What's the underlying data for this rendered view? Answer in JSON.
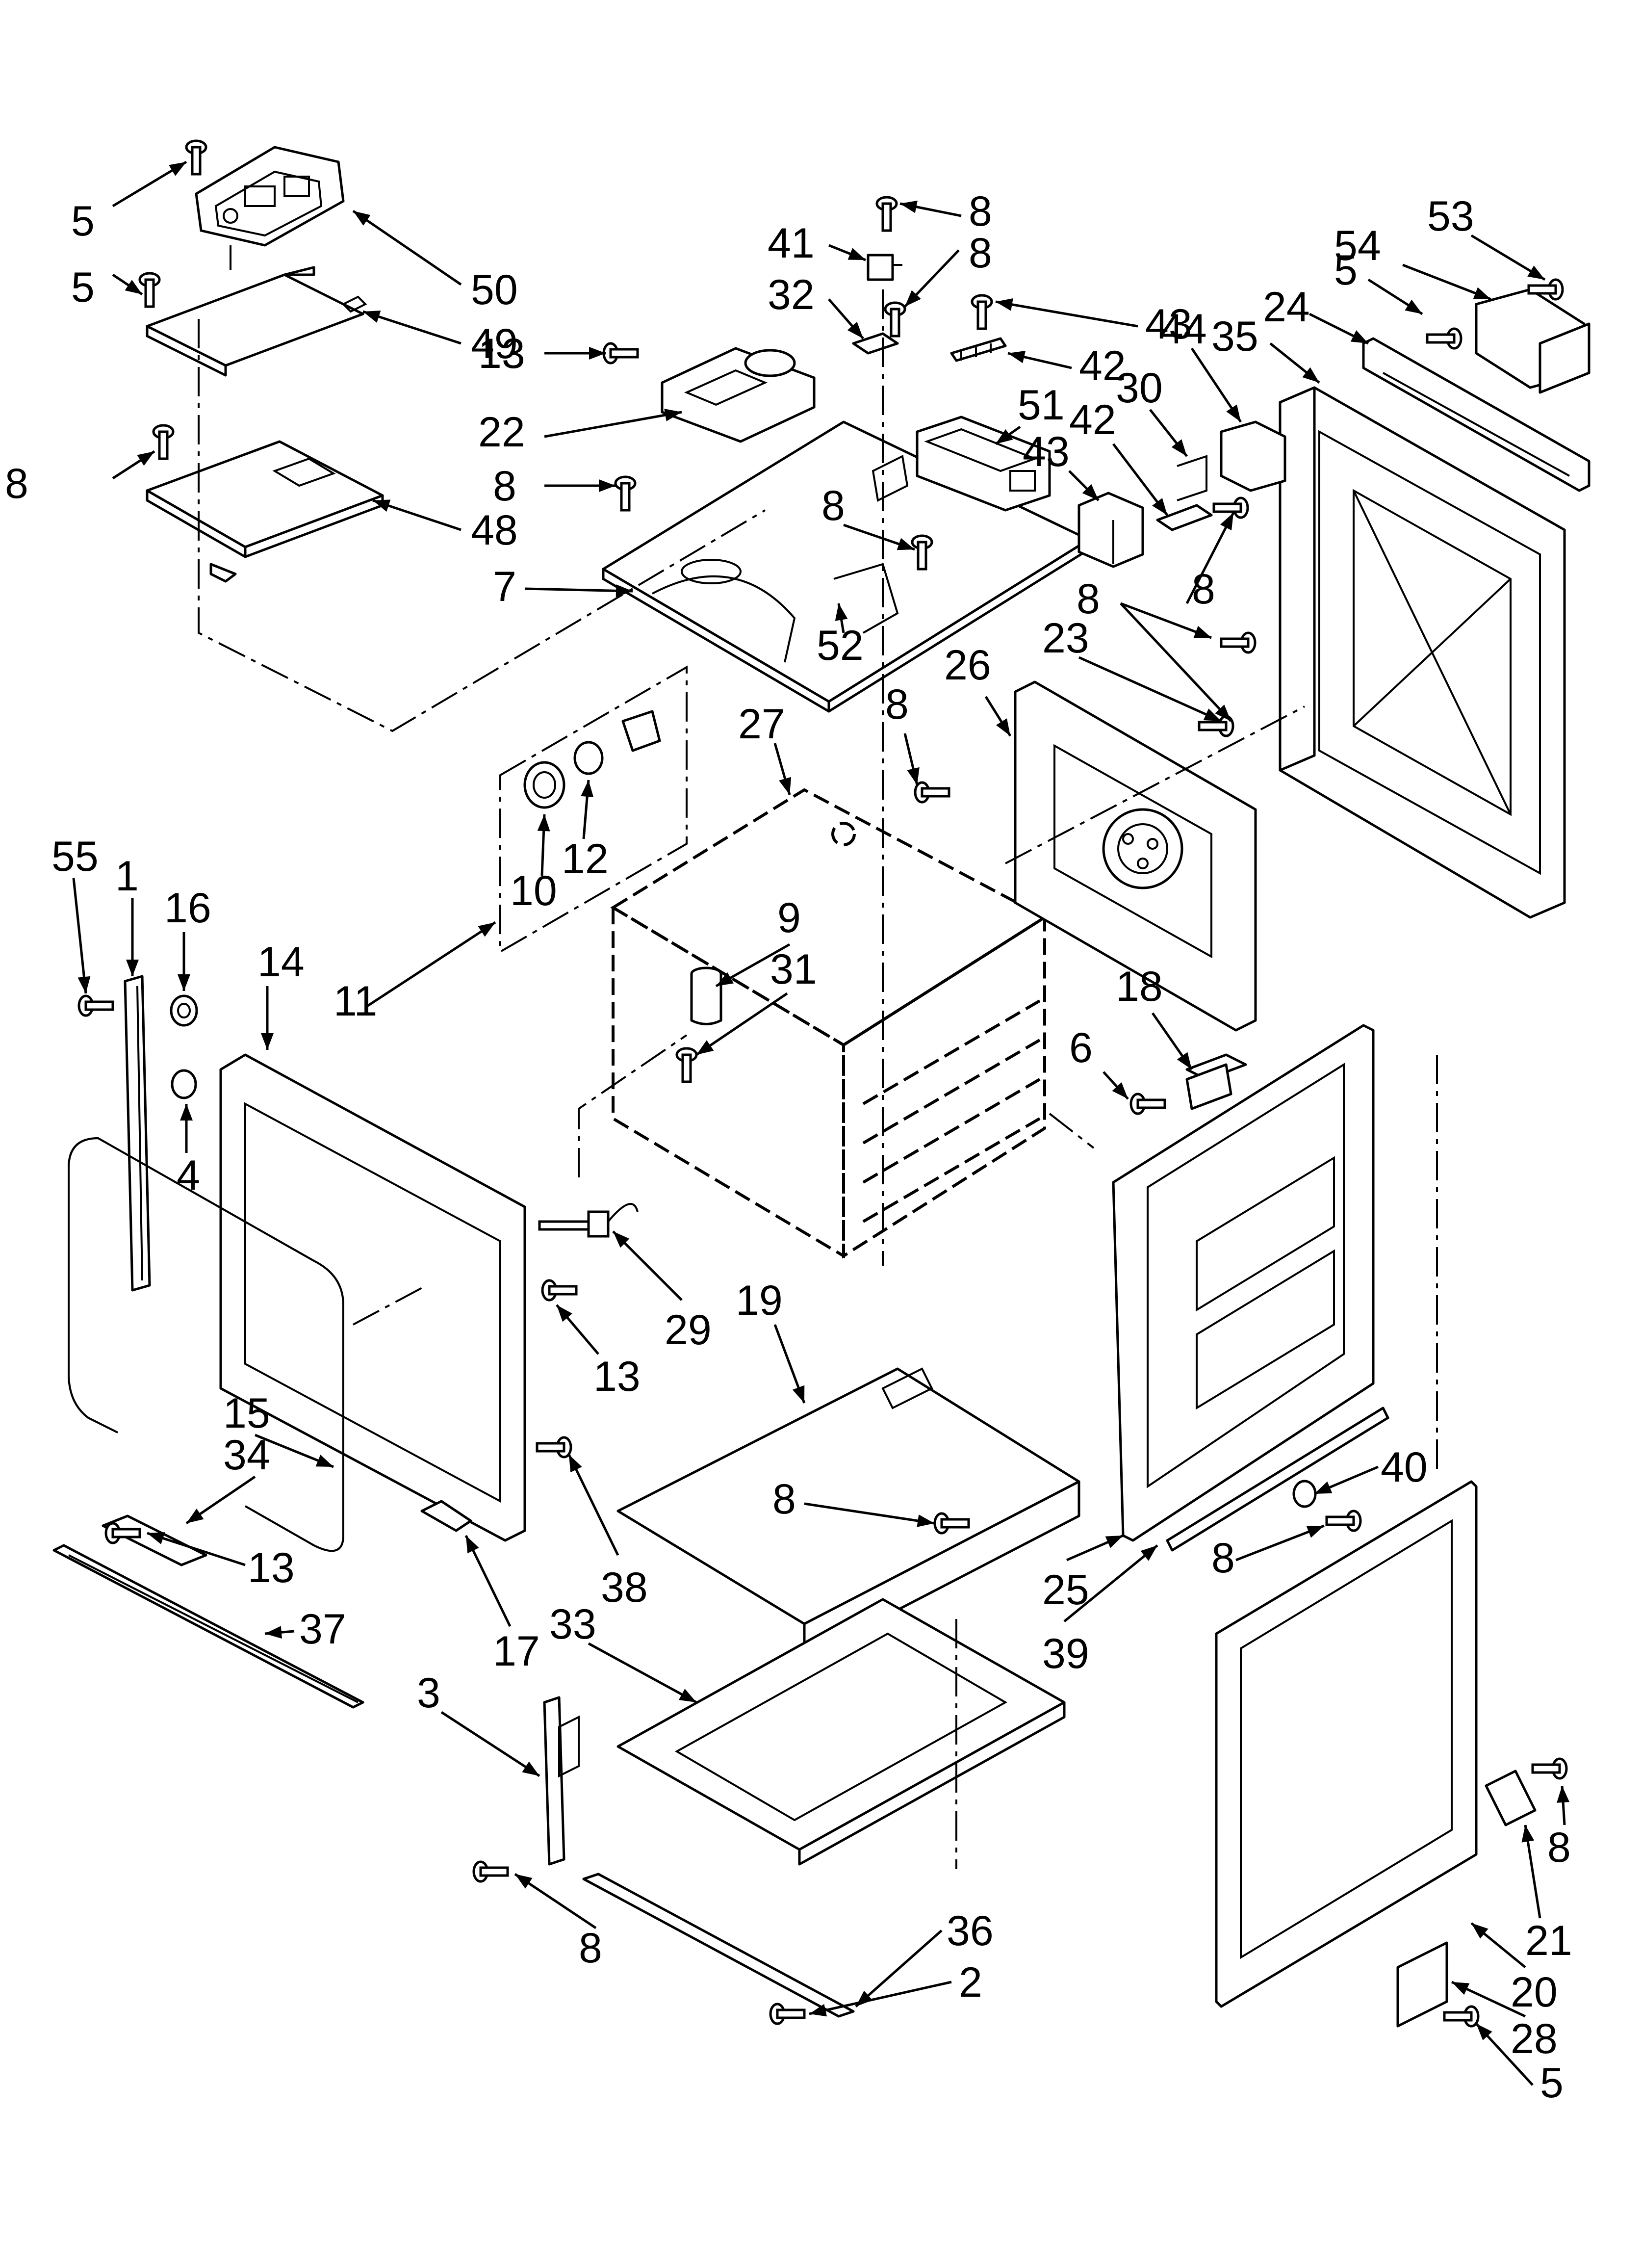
{
  "diagram": {
    "labels": [
      {
        "id": "l5a",
        "text": "5"
      },
      {
        "id": "l50",
        "text": "50"
      },
      {
        "id": "l5b",
        "text": "5"
      },
      {
        "id": "l49",
        "text": "49"
      },
      {
        "id": "l8a",
        "text": "8"
      },
      {
        "id": "l48",
        "text": "48"
      },
      {
        "id": "l41",
        "text": "41"
      },
      {
        "id": "l8b",
        "text": "8"
      },
      {
        "id": "l32",
        "text": "32"
      },
      {
        "id": "l8c",
        "text": "8"
      },
      {
        "id": "l43a",
        "text": "43"
      },
      {
        "id": "l13a",
        "text": "13"
      },
      {
        "id": "l42a",
        "text": "42"
      },
      {
        "id": "l22",
        "text": "22"
      },
      {
        "id": "l51",
        "text": "51"
      },
      {
        "id": "l8d",
        "text": "8"
      },
      {
        "id": "l43b",
        "text": "43"
      },
      {
        "id": "l8e",
        "text": "8"
      },
      {
        "id": "l7",
        "text": "7"
      },
      {
        "id": "l52",
        "text": "52"
      },
      {
        "id": "l53",
        "text": "53"
      },
      {
        "id": "l5c",
        "text": "5"
      },
      {
        "id": "l54",
        "text": "54"
      },
      {
        "id": "l24",
        "text": "24"
      },
      {
        "id": "l35",
        "text": "35"
      },
      {
        "id": "l30",
        "text": "30"
      },
      {
        "id": "l44",
        "text": "44"
      },
      {
        "id": "l42b",
        "text": "42"
      },
      {
        "id": "l8f",
        "text": "8"
      },
      {
        "id": "l8g",
        "text": "8"
      },
      {
        "id": "l23",
        "text": "23"
      },
      {
        "id": "l26",
        "text": "26"
      },
      {
        "id": "l8h",
        "text": "8"
      },
      {
        "id": "l27",
        "text": "27"
      },
      {
        "id": "l10",
        "text": "10"
      },
      {
        "id": "l12",
        "text": "12"
      },
      {
        "id": "l55",
        "text": "55"
      },
      {
        "id": "l1",
        "text": "1"
      },
      {
        "id": "l16",
        "text": "16"
      },
      {
        "id": "l9",
        "text": "9"
      },
      {
        "id": "l31",
        "text": "31"
      },
      {
        "id": "l14",
        "text": "14"
      },
      {
        "id": "l11",
        "text": "11"
      },
      {
        "id": "l4",
        "text": "4"
      },
      {
        "id": "l6",
        "text": "6"
      },
      {
        "id": "l18",
        "text": "18"
      },
      {
        "id": "l29",
        "text": "29"
      },
      {
        "id": "l13b",
        "text": "13"
      },
      {
        "id": "l19",
        "text": "19"
      },
      {
        "id": "l15",
        "text": "15"
      },
      {
        "id": "l34",
        "text": "34"
      },
      {
        "id": "l8i",
        "text": "8"
      },
      {
        "id": "l40",
        "text": "40"
      },
      {
        "id": "l38",
        "text": "38"
      },
      {
        "id": "l13c",
        "text": "13"
      },
      {
        "id": "l8j",
        "text": "8"
      },
      {
        "id": "l25",
        "text": "25"
      },
      {
        "id": "l37",
        "text": "37"
      },
      {
        "id": "l17",
        "text": "17"
      },
      {
        "id": "l33",
        "text": "33"
      },
      {
        "id": "l39",
        "text": "39"
      },
      {
        "id": "l3",
        "text": "3"
      },
      {
        "id": "l8k",
        "text": "8"
      },
      {
        "id": "l21",
        "text": "21"
      },
      {
        "id": "l8l",
        "text": "8"
      },
      {
        "id": "l20",
        "text": "20"
      },
      {
        "id": "l28",
        "text": "28"
      },
      {
        "id": "l36",
        "text": "36"
      },
      {
        "id": "l2",
        "text": "2"
      },
      {
        "id": "l5d",
        "text": "5"
      }
    ]
  }
}
